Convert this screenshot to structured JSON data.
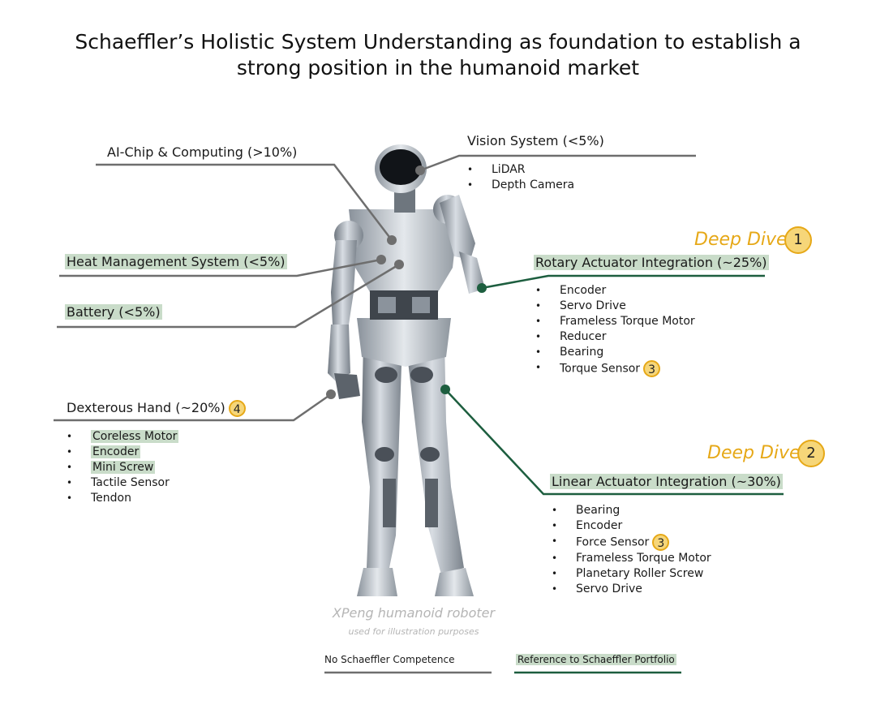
{
  "title": {
    "line1": "Schaeffler’s Holistic System Understanding as foundation to establish a",
    "line2": "strong position in the humanoid market"
  },
  "colors": {
    "gray_line": "#6e6e6e",
    "green_line": "#1d5e3f",
    "highlight": "#c9dcc9",
    "deep_dive": "#e6a817"
  },
  "components": {
    "ai_chip": {
      "label": "AI-Chip & Computing (>10%)"
    },
    "vision": {
      "label": "Vision System (<5%)",
      "items": [
        "LiDAR",
        "Depth Camera"
      ]
    },
    "heat": {
      "label": "Heat Management System (<5%)"
    },
    "battery": {
      "label": "Battery (<5%)"
    },
    "rotary": {
      "label": "Rotary Actuator Integration (~25%)",
      "deep_dive": "Deep Dive",
      "badge": "1",
      "items": [
        "Encoder",
        "Servo Drive",
        "Frameless Torque Motor",
        "Reducer",
        "Bearing",
        "Torque Sensor"
      ],
      "item_badge": "3"
    },
    "linear": {
      "label": "Linear Actuator Integration (~30%)",
      "deep_dive": "Deep Dive",
      "badge": "2",
      "items": [
        "Bearing",
        "Encoder",
        "Force Sensor",
        "Frameless Torque Motor",
        "Planetary Roller Screw",
        "Servo Drive"
      ],
      "item_badge": "3"
    },
    "hand": {
      "label": "Dexterous Hand (~20%)",
      "badge": "4",
      "items": [
        "Coreless Motor",
        "Encoder",
        "Mini Screw",
        "Tactile Sensor",
        "Tendon"
      ]
    }
  },
  "caption": {
    "main": "XPeng humanoid roboter",
    "sub": "used for illustration purposes"
  },
  "legend": {
    "gray": "No Schaeffler Competence",
    "green": "Reference to Schaeffler Portfolio"
  }
}
